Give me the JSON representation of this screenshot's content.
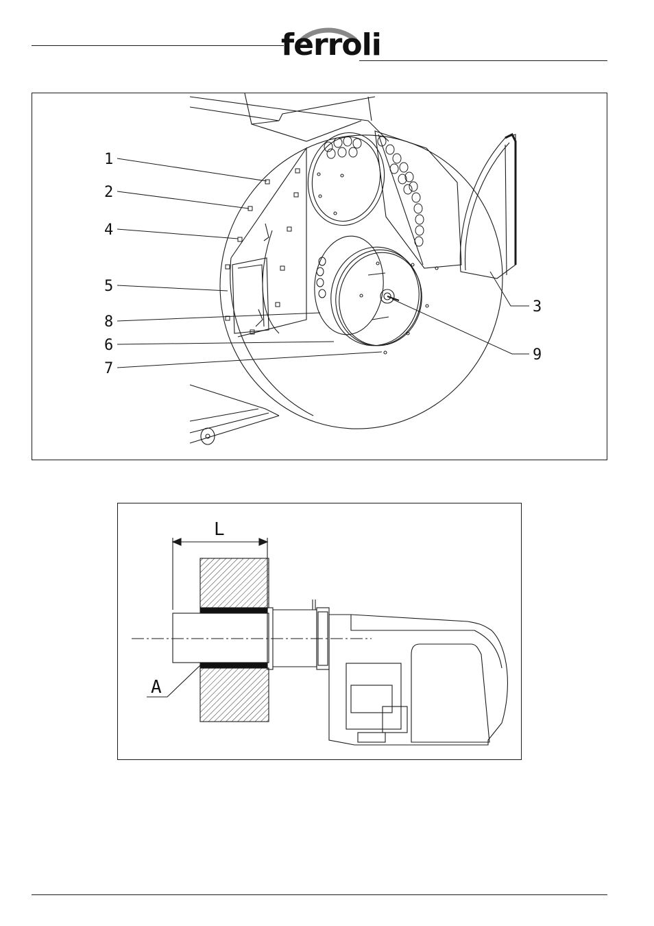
{
  "header": {
    "brand": "ferroli"
  },
  "figure1": {
    "callouts": [
      {
        "id": "c1",
        "label": "1"
      },
      {
        "id": "c2",
        "label": "2"
      },
      {
        "id": "c4",
        "label": "4"
      },
      {
        "id": "c5",
        "label": "5"
      },
      {
        "id": "c8",
        "label": "8"
      },
      {
        "id": "c6",
        "label": "6"
      },
      {
        "id": "c7",
        "label": "7"
      },
      {
        "id": "c3",
        "label": "3"
      },
      {
        "id": "c9",
        "label": "9"
      }
    ]
  },
  "figure2": {
    "dimension_label": "L",
    "part_label": "A"
  },
  "colors": {
    "ink": "#1a1a1a",
    "paper": "#ffffff"
  }
}
